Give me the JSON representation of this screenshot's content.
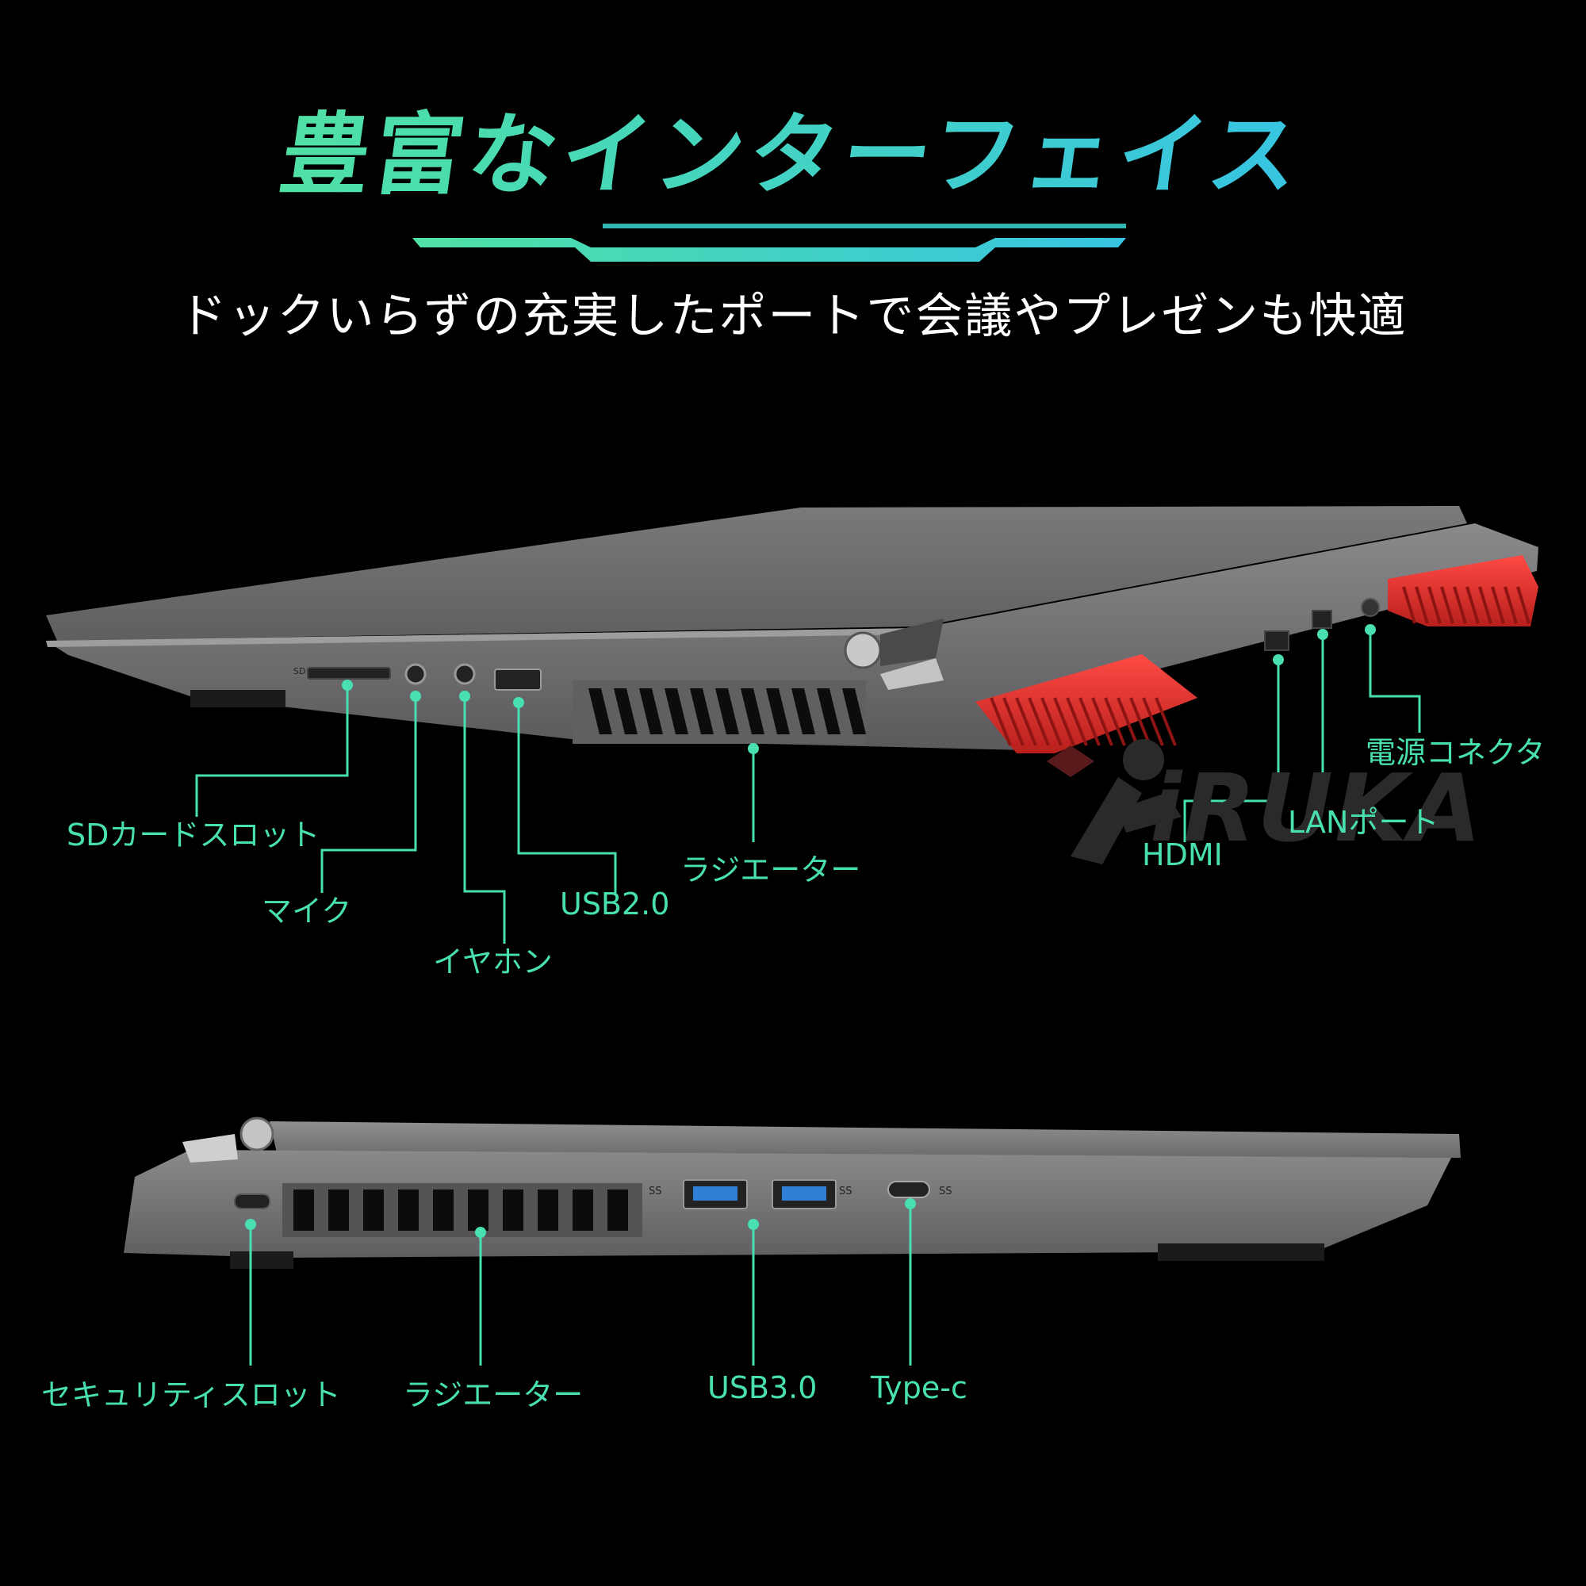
{
  "heading": {
    "title": "豊富なインターフェイス",
    "subtitle": "ドックいらずの充実したポートで会議やプレゼンも快適"
  },
  "top_view": {
    "labels": {
      "sd": "SDカードスロット",
      "mic": "マイク",
      "earphone": "イヤホン",
      "usb2": "USB2.0",
      "radiator": "ラジエーター",
      "hdmi": "HDMI",
      "lan": "LANポート",
      "power": "電源コネクタ"
    },
    "port_marks": {
      "sd": "SD"
    }
  },
  "bottom_view": {
    "labels": {
      "security": "セキュリティスロット",
      "radiator": "ラジエーター",
      "usb3": "USB3.0",
      "typec": "Type-c"
    },
    "port_marks": {
      "ss": "SS"
    }
  },
  "brand": {
    "logo_text": "iRUKA"
  },
  "colors": {
    "title_gradient_start": "#4fe1a4",
    "title_gradient_end": "#37c4e2",
    "label": "#48e0b0",
    "leader": "#48e0b0",
    "body": "#6f6f70",
    "body_light": "#8b8b8d",
    "vent_red": "#e0322e",
    "usb3_blue": "#2f7fd6"
  }
}
